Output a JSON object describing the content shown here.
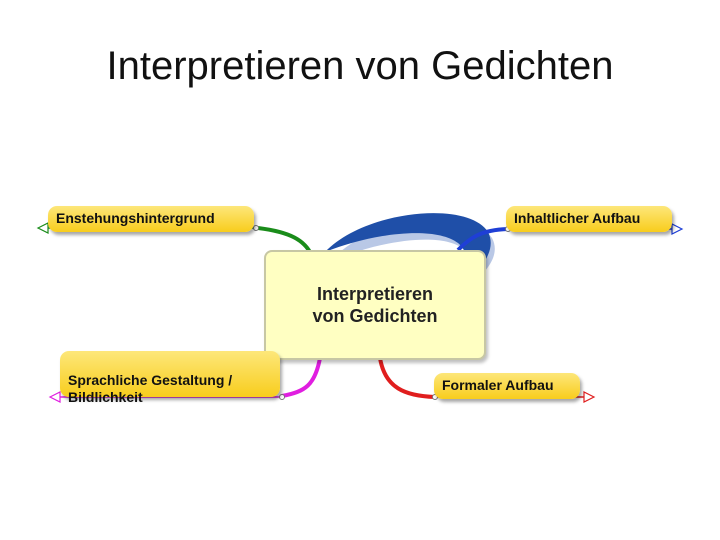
{
  "slide": {
    "title": "Interpretieren von Gedichten"
  },
  "mindmap": {
    "center": {
      "label": "Interpretieren\nvon Gedichten"
    },
    "branches": [
      {
        "id": "entstehung",
        "label": "Enstehungshintergrund",
        "color": "#1a8c1a"
      },
      {
        "id": "inhalt",
        "label": "Inhaltlicher Aufbau",
        "color": "#1f3fd6"
      },
      {
        "id": "sprache",
        "label": "Sprachliche Gestaltung /\nBildlichkeit",
        "color": "#e01ee0"
      },
      {
        "id": "formal",
        "label": "Formaler Aufbau",
        "color": "#e01e1e"
      }
    ],
    "colors": {
      "box_fill": "#f8cd1c",
      "center_fill": "#ffffc2",
      "swoosh": "#1f4fa8"
    }
  }
}
